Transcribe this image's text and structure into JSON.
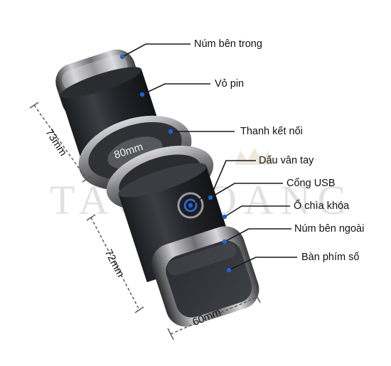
{
  "watermark": "TAU HOANG",
  "dimensions": {
    "top_section": "73mm",
    "bottom_section": "72mm",
    "ring_diameter": "80mm",
    "base_width": "60mm"
  },
  "labels": [
    {
      "id": "inner-knob",
      "text": "Núm bên trong"
    },
    {
      "id": "battery-case",
      "text": "Vỏ pin"
    },
    {
      "id": "connecting-bar",
      "text": "Thanh kết nối"
    },
    {
      "id": "fingerprint",
      "text": "Dấu vân tay"
    },
    {
      "id": "usb-port",
      "text": "Cổng USB"
    },
    {
      "id": "key-lock",
      "text": "Ổ chìa khóa"
    },
    {
      "id": "outer-knob",
      "text": "Núm bên ngoài"
    },
    {
      "id": "keypad",
      "text": "Bàn phím số"
    }
  ],
  "colors": {
    "chrome": "#9a9aa0",
    "body": "#23262a",
    "pointer": "#1a1a1a",
    "dot": "#1e63d6",
    "fingerprint_ring": "#2b6fe0"
  }
}
